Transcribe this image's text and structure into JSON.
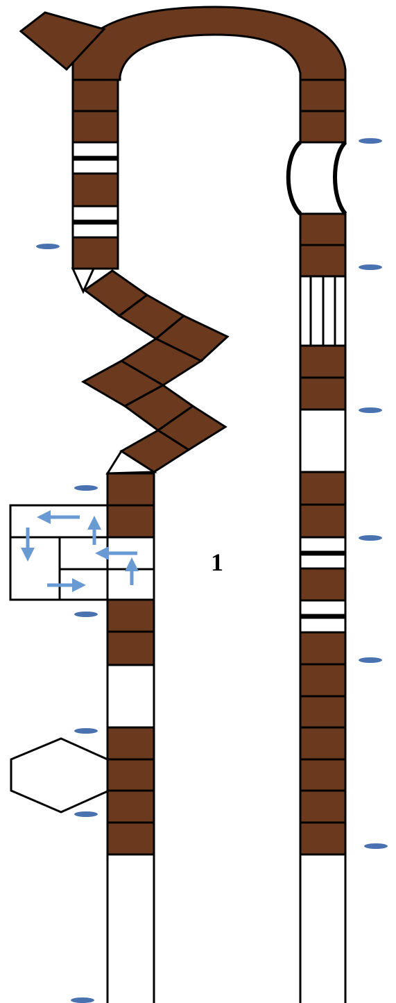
{
  "figure": {
    "label": "1"
  },
  "colors": {
    "segment_fill": "#6b3a1e",
    "gap_fill": "#ffffff",
    "outline": "#000000",
    "marker": "#4a72b0",
    "arrow": "#6a9ad4"
  },
  "elements": {
    "minus_marker_icon": "oval-marker",
    "flow_arrow_icon": "arrow",
    "hexagon_shape": "hexagon",
    "flow_box_shape": "rectangle"
  }
}
